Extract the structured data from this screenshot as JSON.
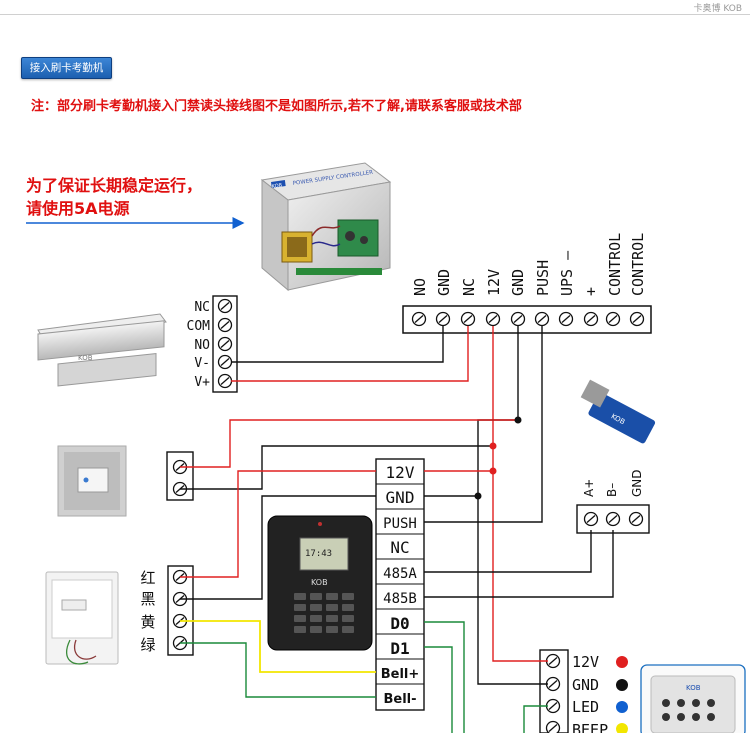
{
  "header": {
    "brand": "卡奥博 KOB"
  },
  "button": {
    "label": "接入刷卡考勤机"
  },
  "notice": "注：部分刷卡考勤机接入门禁读头接线图不是如图所示,若不了解,请联系客服或技术部",
  "power_note": {
    "line1": "为了保证长期稳定运行，",
    "line2": "请使用5A电源"
  },
  "power_supply": {
    "panel_text": "POWER SUPPLY CONTROLLER",
    "brand": "KOB",
    "terminals": [
      "NO",
      "GND",
      "NC",
      "12V",
      "GND",
      "PUSH",
      "UPS –",
      "+",
      "CONTROL",
      "CONTROL"
    ]
  },
  "lock": {
    "brand": "KOB",
    "terminals": [
      "NC",
      "COM",
      "NO",
      "V-",
      "V+"
    ]
  },
  "controller": {
    "terminals": [
      "12V",
      "GND",
      "PUSH",
      "NC",
      "485A",
      "485B",
      "D0",
      "D1",
      "Bell+",
      "Bell-"
    ],
    "screen_time": "17:43",
    "brand": "KOB"
  },
  "doorbell": {
    "labels": [
      "红",
      "黑",
      "黄",
      "绿"
    ]
  },
  "converter": {
    "brand": "KOB",
    "terminals": [
      "A+",
      "B–",
      "GND"
    ]
  },
  "reader": {
    "labels": [
      "12V",
      "GND",
      "LED",
      "BEEP"
    ],
    "brand": "KOB"
  },
  "colors": {
    "red": "#e02020",
    "black": "#111111",
    "yellow": "#f2e600",
    "green": "#1a8a3a",
    "blue": "#1060d0"
  }
}
